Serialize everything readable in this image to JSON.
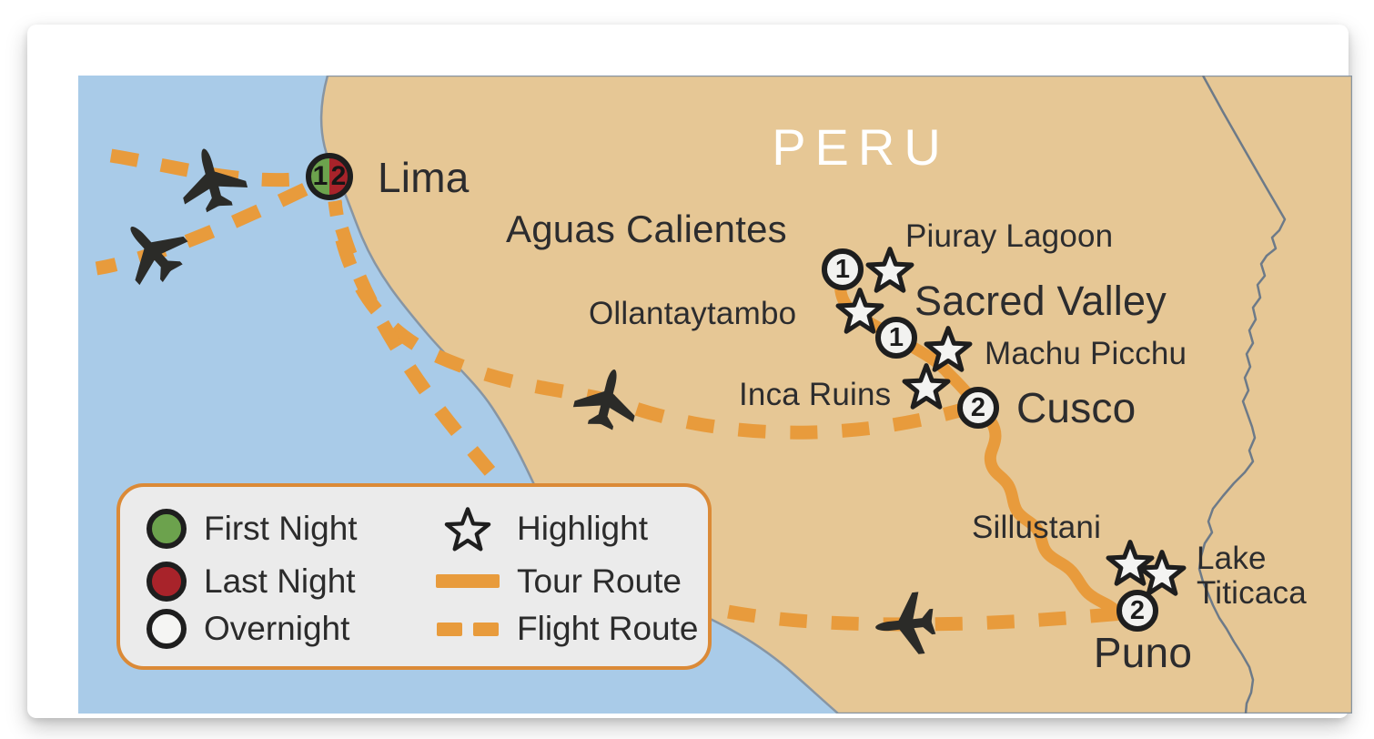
{
  "title": "PERU",
  "colors": {
    "ocean": "#a9cbe8",
    "land": "#e6c795",
    "route_orange": "#e89b3c",
    "first_night_green": "#6ca24d",
    "last_night_red": "#a8232a",
    "overnight_white": "#f2f2f0",
    "text_dark": "#2c2c2e",
    "legend_bg": "#ebebeb",
    "legend_border": "#db8a37",
    "country_label_white": "#ffffff"
  },
  "labels": {
    "lima": "Lima",
    "aguas_calientes": "Aguas Calientes",
    "piuray_lagoon": "Piuray Lagoon",
    "ollantaytambo": "Ollantaytambo",
    "sacred_valley": "Sacred Valley",
    "machu_picchu": "Machu Picchu",
    "inca_ruins": "Inca Ruins",
    "cusco": "Cusco",
    "sillustani": "Sillustani",
    "lake": "Lake",
    "titicaca": "Titicaca",
    "puno": "Puno"
  },
  "markers": {
    "lima_first_night": "1",
    "lima_last_night": "2",
    "aguas_calientes_nights": "1",
    "sacred_valley_nights": "1",
    "cusco_nights": "2",
    "puno_nights": "2"
  },
  "legend": {
    "first_night": "First Night",
    "last_night": "Last Night",
    "overnight": "Overnight",
    "highlight": "Highlight",
    "tour_route": "Tour Route",
    "flight_route": "Flight Route"
  }
}
